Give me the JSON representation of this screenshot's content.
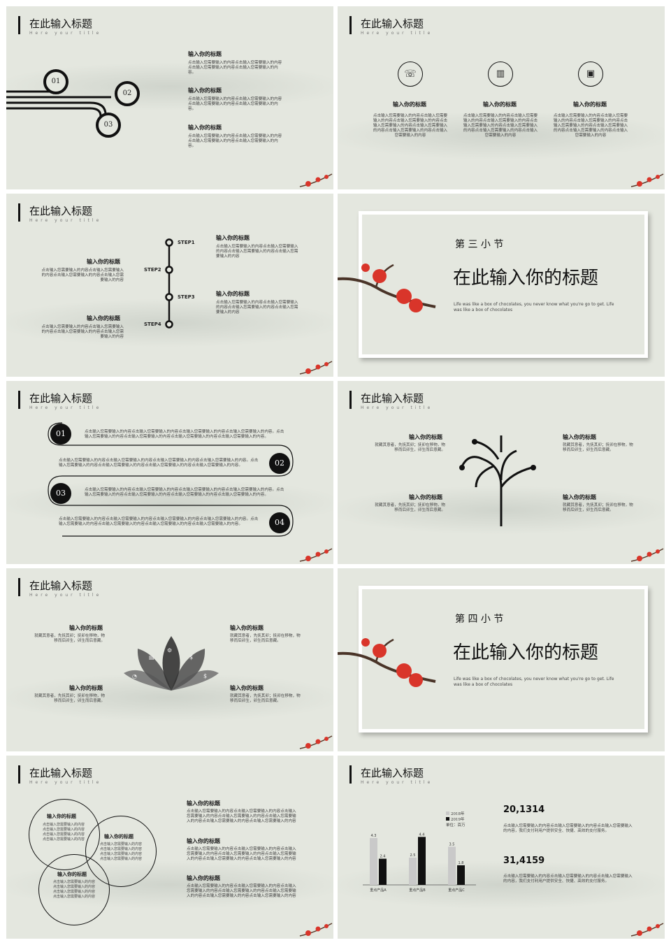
{
  "common": {
    "slide_title": "在此输入标题",
    "slide_subtitle": "Here your title",
    "item_title": "输入你的标题",
    "body_text": "点击输入您需要输入的内容点击输入您需要输入的内容点击输入您需要输入的内容。",
    "short_text": "点击输入您需要输入的内容点击输入您需要输入的内容点击输入您需要输入的内容",
    "classic_text": "就藏其意者，先抚其卯；抚卯在移物，物移而后卯生，卯生而后意藏。"
  },
  "slide1": {
    "numbers": [
      "01",
      "02",
      "03"
    ],
    "items": [
      {
        "title": "输入你的标题",
        "text": "点击输入您需要输入的内容点击输入您需要输入的内容点击输入您需要输入的内容点击输入您需要输入的内容。"
      },
      {
        "title": "输入你的标题",
        "text": "点击输入您需要输入的内容点击输入您需要输入的内容点击输入您需要输入的内容点击输入您需要输入的内容。"
      },
      {
        "title": "输入你的标题",
        "text": "点击输入您需要输入的内容点击输入您需要输入的内容点击输入您需要输入的内容点击输入您需要输入的内容。"
      }
    ]
  },
  "slide2": {
    "icons": [
      "phone-icon",
      "chart-icon",
      "chat-icon"
    ],
    "items": [
      {
        "title": "输入你的标题",
        "text": "点击输入您需要输入的内容点击输入您需要输入的内容点击输入您需要输入的内容点击输入您需要输入的内容点击输入您需要输入的内容点击输入您需要输入的内容点击输入您需要输入的内容"
      },
      {
        "title": "输入你的标题",
        "text": "点击输入您需要输入的内容点击输入您需要输入的内容点击输入您需要输入的内容点击输入您需要输入的内容点击输入您需要输入的内容点击输入您需要输入的内容点击输入您需要输入的内容"
      },
      {
        "title": "输入你的标题",
        "text": "点击输入您需要输入的内容点击输入您需要输入的内容点击输入您需要输入的内容点击输入您需要输入的内容点击输入您需要输入的内容点击输入您需要输入的内容点击输入您需要输入的内容"
      }
    ]
  },
  "slide3": {
    "steps": [
      "STEP1",
      "STEP2",
      "STEP3",
      "STEP4"
    ],
    "items": [
      {
        "title": "输入你的标题",
        "text": "点击输入您需要输入的内容点击输入您需要输入的内容点击输入您需要输入的内容点击输入您需要输入的内容"
      },
      {
        "title": "输入你的标题",
        "text": "点击输入您需要输入的内容点击输入您需要输入的内容点击输入您需要输入的内容点击输入您需要输入的内容"
      },
      {
        "title": "输入你的标题",
        "text": "点击输入您需要输入的内容点击输入您需要输入的内容点击输入您需要输入的内容点击输入您需要输入的内容"
      },
      {
        "title": "输入你的标题",
        "text": "点击输入您需要输入的内容点击输入您需要输入的内容点击输入您需要输入的内容点击输入您需要输入的内容"
      }
    ]
  },
  "section3": {
    "label": "第 三 小 节",
    "title": "在此输入你的标题",
    "text": "Life was like a box of chocolates, you never know what you're go to get. Life was like a box of chocolates"
  },
  "slide5": {
    "numbers": [
      "01",
      "02",
      "03",
      "04"
    ],
    "rows": [
      "点击输入您需要输入的内容点击输入您需要输入的内容点击输入您需要输入的内容点击输入您需要输入的内容。点击输入您需要输入的内容点击输入您需要输入的内容点击输入您需要输入的内容点击输入您需要输入的内容。",
      "点击输入您需要输入的内容点击输入您需要输入的内容点击输入您需要输入的内容点击输入您需要输入的内容。点击输入您需要输入的内容点击输入您需要输入的内容点击输入您需要输入的内容点击输入您需要输入的内容。",
      "点击输入您需要输入的内容点击输入您需要输入的内容点击输入您需要输入的内容点击输入您需要输入的内容。点击输入您需要输入的内容点击输入您需要输入的内容点击输入您需要输入的内容点击输入您需要输入的内容。",
      "点击输入您需要输入的内容点击输入您需要输入的内容点击输入您需要输入的内容点击输入您需要输入的内容。点击输入您需要输入的内容点击输入您需要输入的内容点击输入您需要输入的内容点击输入您需要输入的内容。"
    ]
  },
  "slide6": {
    "items": [
      {
        "title": "输入你的标题",
        "text": "就藏其意者，先抚其卯；抚卯在移物，物移而后卯生，卯生而后意藏。"
      },
      {
        "title": "输入你的标题",
        "text": "就藏其意者，先抚其卯；抚卯在移物，物移而后卯生，卯生而后意藏。"
      },
      {
        "title": "输入你的标题",
        "text": "就藏其意者，先抚其卯；抚卯在移物，物移而后卯生，卯生而后意藏。"
      },
      {
        "title": "输入你的标题",
        "text": "就藏其意者，先抚其卯；抚卯在移物，物移而后卯生，卯生而后意藏。"
      }
    ]
  },
  "slide7": {
    "items": [
      {
        "title": "输入你的标题",
        "text": "就藏其意者，先抚其卯；抚卯在移物，物移而后卯生，卯生而后意藏。"
      },
      {
        "title": "输入你的标题",
        "text": "就藏其意者，先抚其卯；抚卯在移物，物移而后卯生，卯生而后意藏。"
      },
      {
        "title": "输入你的标题",
        "text": "就藏其意者，先抚其卯；抚卯在移物，物移而后卯生，卯生而后意藏。"
      },
      {
        "title": "输入你的标题",
        "text": "就藏其意者，先抚其卯；抚卯在移物，物移而后卯生，卯生而后意藏。"
      }
    ]
  },
  "section4": {
    "label": "第 四 小 节",
    "title": "在此输入你的标题",
    "text": "Life was like a box of chocolates, you never know what you're go to get. Life was like a box of chocolates"
  },
  "slide9": {
    "circles": [
      {
        "title": "输入你的标题",
        "text": "点击输入您需要输入的内容点击输入您需要输入的内容点击输入您需要输入的内容点击输入您需要输入的内容"
      },
      {
        "title": "输入你的标题",
        "text": "点击输入您需要输入的内容点击输入您需要输入的内容点击输入您需要输入的内容点击输入您需要输入的内容"
      },
      {
        "title": "输入你的标题",
        "text": "点击输入您需要输入的内容点击输入您需要输入的内容点击输入您需要输入的内容点击输入您需要输入的内容"
      }
    ],
    "items": [
      {
        "title": "输入你的标题",
        "text": "点击输入您需要输入的内容点击输入您需要输入的内容点击输入您需要输入的内容点击输入您需要输入的内容点击输入您需要输入的内容点击输入您需要输入的内容点击输入您需要输入的内容"
      },
      {
        "title": "输入你的标题",
        "text": "点击输入您需要输入的内容点击输入您需要输入的内容点击输入您需要输入的内容点击输入您需要输入的内容点击输入您需要输入的内容点击输入您需要输入的内容点击输入您需要输入的内容"
      },
      {
        "title": "输入你的标题",
        "text": "点击输入您需要输入的内容点击输入您需要输入的内容点击输入您需要输入的内容点击输入您需要输入的内容点击输入您需要输入的内容点击输入您需要输入的内容点击输入您需要输入的内容"
      }
    ]
  },
  "slide10": {
    "stats": [
      {
        "value": "20,1314",
        "text": "点击输入您需要输入的内容点击输入您需要输入的内容点击输入您需要输入的内容，我们支付利用户提供安全、快捷、高效的支付服务。"
      },
      {
        "value": "31,4159",
        "text": "点击输入您需要输入的内容点击输入您需要输入的内容点击输入您需要输入的内容，我们支付利用户提供安全、快捷、高效的支付服务。"
      }
    ],
    "unit_label": "单位：百万"
  },
  "chart_data": {
    "type": "bar",
    "categories": [
      "重点产品A",
      "重点产品B",
      "重点产品C"
    ],
    "series": [
      {
        "name": "2018年",
        "values": [
          4.3,
          2.5,
          3.5
        ],
        "color": "#c9c9c9"
      },
      {
        "name": "2019年",
        "values": [
          2.4,
          4.4,
          1.8
        ],
        "color": "#111111"
      }
    ],
    "ylim": [
      0,
      5
    ],
    "legend": "top-right",
    "grid": false
  },
  "colors": {
    "background": "#e4e7df",
    "ink": "#111111",
    "blossom": "#d9352a"
  }
}
